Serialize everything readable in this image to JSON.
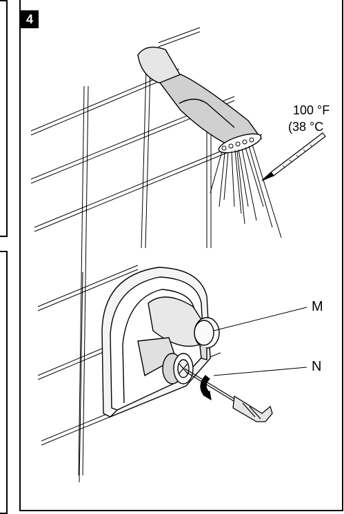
{
  "figure": {
    "step_number": "4",
    "temperature_f": "100 °F",
    "temperature_c": "(38 °C",
    "label_m": "M",
    "label_n": "N"
  }
}
